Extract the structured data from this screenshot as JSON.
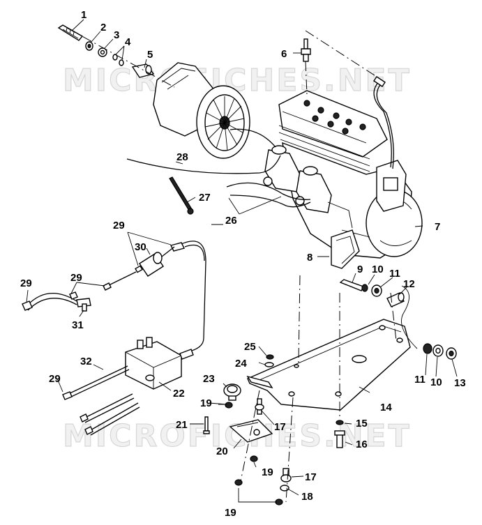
{
  "watermarks": [
    "MICROFICHES.NET",
    "MICROFICHES.NET"
  ],
  "callouts": [
    "1",
    "2",
    "3",
    "4",
    "5",
    "6",
    "7",
    "8",
    "9",
    "10",
    "11",
    "12",
    "13",
    "14",
    "15",
    "16",
    "17",
    "17",
    "18",
    "19",
    "19",
    "19",
    "19",
    "20",
    "21",
    "22",
    "23",
    "24",
    "25",
    "26",
    "27",
    "28",
    "29",
    "29",
    "29",
    "29",
    "30",
    "31",
    "32",
    "10",
    "11"
  ]
}
